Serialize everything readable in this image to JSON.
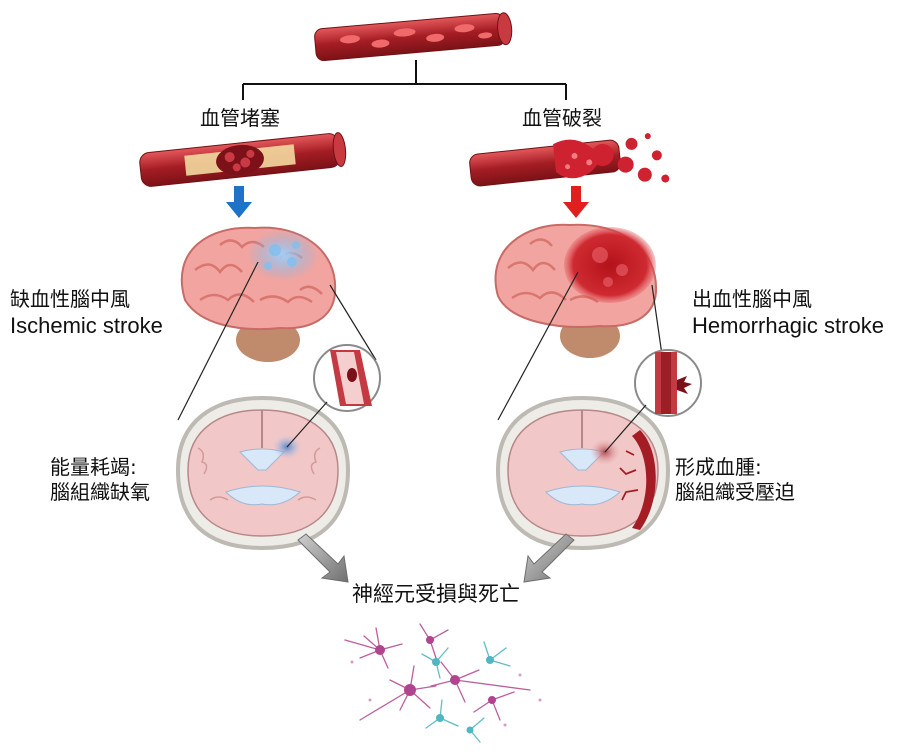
{
  "labels": {
    "left_branch": "血管堵塞",
    "right_branch": "血管破裂",
    "ischemic_cn": "缺血性腦中風",
    "ischemic_en": "Ischemic stroke",
    "hemorrhagic_cn": "出血性腦中風",
    "hemorrhagic_en": "Hemorrhagic stroke",
    "left_effect_1": "能量耗竭:",
    "left_effect_2": "腦組織缺氧",
    "right_effect_1": "形成血腫:",
    "right_effect_2": "腦組織受壓迫",
    "outcome": "神經元受損與死亡"
  },
  "colors": {
    "vessel": "#b3262b",
    "blood": "#d7263d",
    "brain": "#f2a5a0",
    "brain_fold": "#d9766f",
    "ischemia": "#6fb4ec",
    "left_arrow": "#1e73c8",
    "right_arrow": "#e11f1f",
    "grey_arrow": "#7a7a7a",
    "neuron_pink": "#b0448e",
    "neuron_teal": "#4fb6c2"
  }
}
